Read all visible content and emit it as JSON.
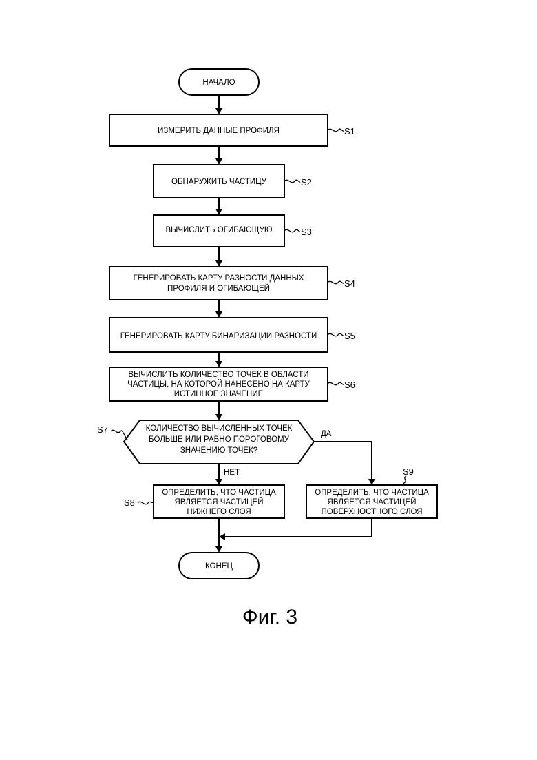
{
  "nodes": {
    "start": {
      "text": "НАЧАЛО"
    },
    "s1": {
      "label": "S1",
      "lines": [
        "ИЗМЕРИТЬ ДАННЫЕ ПРОФИЛЯ"
      ]
    },
    "s2": {
      "label": "S2",
      "lines": [
        "ОБНАРУЖИТЬ ЧАСТИЦУ"
      ]
    },
    "s3": {
      "label": "S3",
      "lines": [
        "ВЫЧИСЛИТЬ ОГИБАЮЩУЮ"
      ]
    },
    "s4": {
      "label": "S4",
      "lines": [
        "ГЕНЕРИРОВАТЬ КАРТУ РАЗНОСТИ ДАННЫХ",
        "ПРОФИЛЯ И ОГИБАЮЩЕЙ"
      ]
    },
    "s5": {
      "label": "S5",
      "lines": [
        "ГЕНЕРИРОВАТЬ КАРТУ БИНАРИЗАЦИИ РАЗНОСТИ"
      ]
    },
    "s6": {
      "label": "S6",
      "lines": [
        "ВЫЧИСЛИТЬ КОЛИЧЕСТВО ТОЧЕК В ОБЛАСТИ",
        "ЧАСТИЦЫ, НА КОТОРОЙ НАНЕСЕНО НА КАРТУ",
        "ИСТИННОЕ ЗНАЧЕНИЕ"
      ]
    },
    "s7": {
      "label": "S7",
      "lines": [
        "КОЛИЧЕСТВО ВЫЧИСЛЕННЫХ ТОЧЕК",
        "БОЛЬШЕ ИЛИ РАВНО ПОРОГОВОМУ",
        "ЗНАЧЕНИЮ ТОЧЕК?"
      ]
    },
    "s8": {
      "label": "S8",
      "lines": [
        "ОПРЕДЕЛИТЬ, ЧТО ЧАСТИЦА",
        "ЯВЛЯЕТСЯ ЧАСТИЦЕЙ",
        "НИЖНЕГО СЛОЯ"
      ]
    },
    "s9": {
      "label": "S9",
      "lines": [
        "ОПРЕДЕЛИТЬ, ЧТО ЧАСТИЦА",
        "ЯВЛЯЕТСЯ ЧАСТИЦЕЙ",
        "ПОВЕРХНОСТНОГО СЛОЯ"
      ]
    },
    "end": {
      "text": "КОНЕЦ"
    }
  },
  "branches": {
    "yes": "ДА",
    "no": "НЕТ"
  },
  "caption": "Фиг. 3"
}
